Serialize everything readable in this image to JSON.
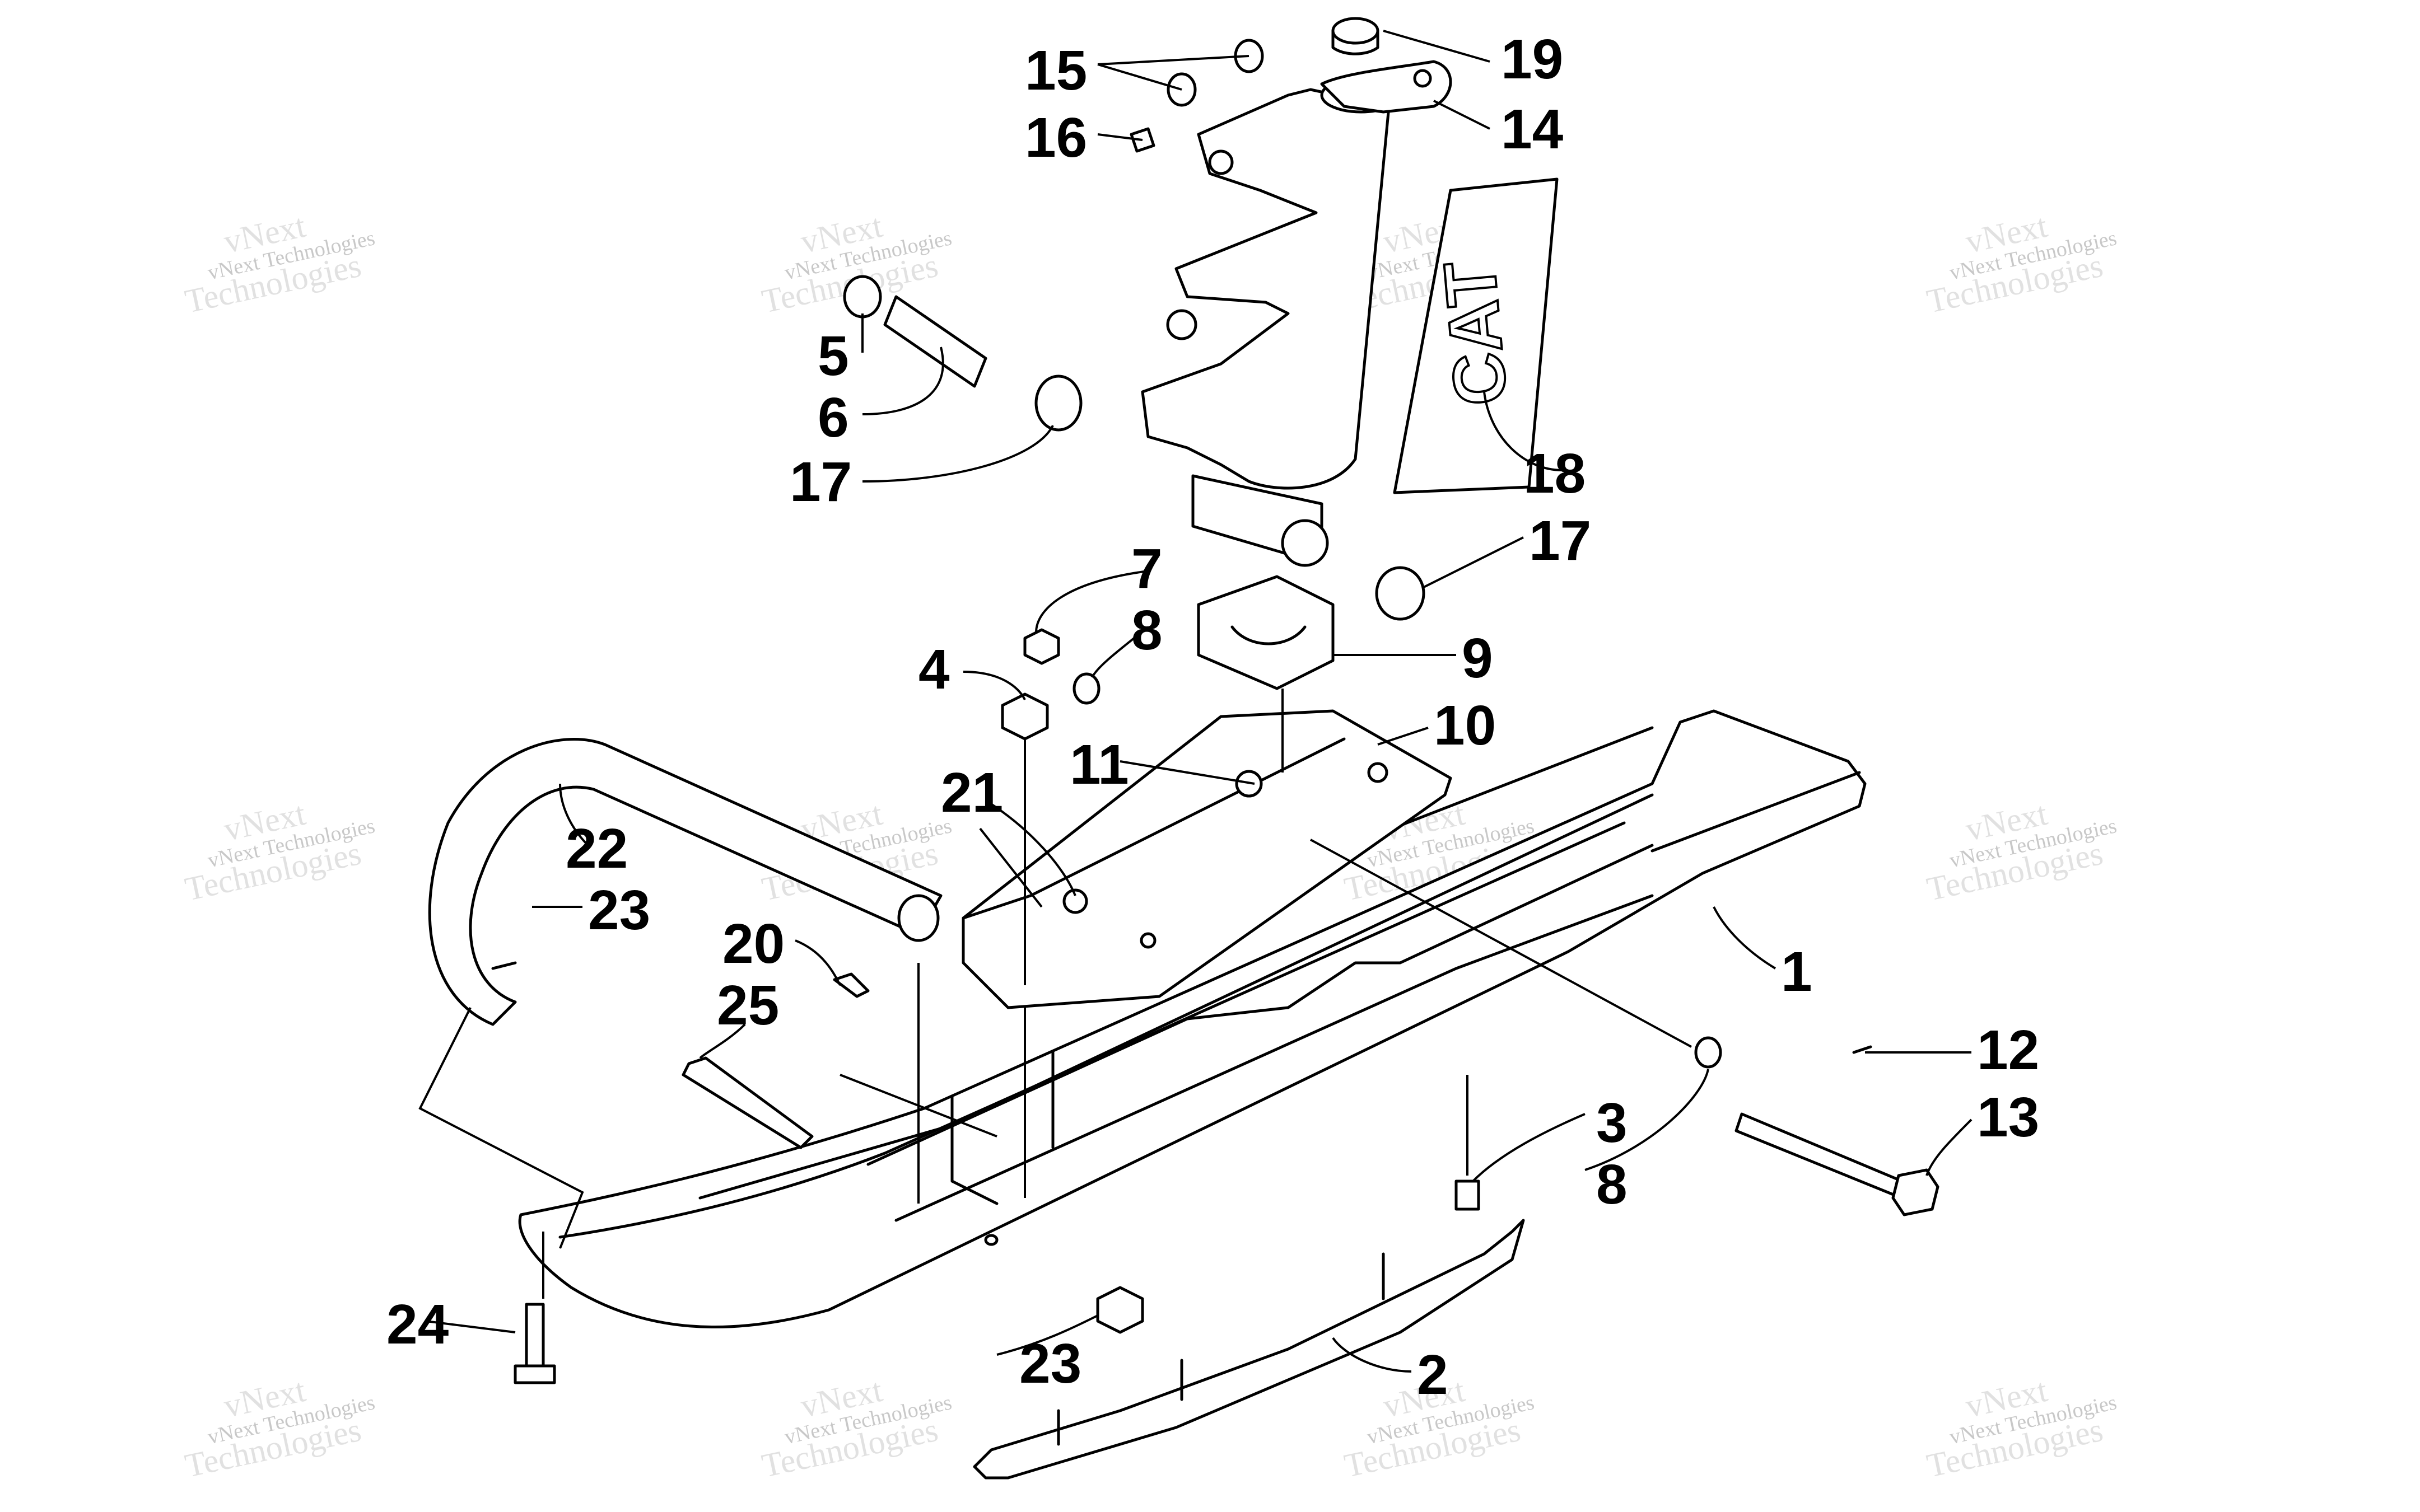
{
  "diagram": {
    "callouts": [
      {
        "id": "15",
        "label": "15"
      },
      {
        "id": "16",
        "label": "16"
      },
      {
        "id": "19",
        "label": "19"
      },
      {
        "id": "14",
        "label": "14"
      },
      {
        "id": "5",
        "label": "5"
      },
      {
        "id": "6",
        "label": "6"
      },
      {
        "id": "17a",
        "label": "17"
      },
      {
        "id": "18",
        "label": "18"
      },
      {
        "id": "17b",
        "label": "17"
      },
      {
        "id": "7",
        "label": "7"
      },
      {
        "id": "8a",
        "label": "8"
      },
      {
        "id": "9",
        "label": "9"
      },
      {
        "id": "4",
        "label": "4"
      },
      {
        "id": "10",
        "label": "10"
      },
      {
        "id": "11",
        "label": "11"
      },
      {
        "id": "21",
        "label": "21"
      },
      {
        "id": "22",
        "label": "22"
      },
      {
        "id": "23a",
        "label": "23"
      },
      {
        "id": "20",
        "label": "20"
      },
      {
        "id": "25",
        "label": "25"
      },
      {
        "id": "1",
        "label": "1"
      },
      {
        "id": "12",
        "label": "12"
      },
      {
        "id": "13",
        "label": "13"
      },
      {
        "id": "3",
        "label": "3"
      },
      {
        "id": "8b",
        "label": "8"
      },
      {
        "id": "24",
        "label": "24"
      },
      {
        "id": "23b",
        "label": "23"
      },
      {
        "id": "2",
        "label": "2"
      }
    ],
    "watermark": {
      "line1": "vNext Technologies",
      "line2": "vNext",
      "line3": "Technologies"
    }
  }
}
